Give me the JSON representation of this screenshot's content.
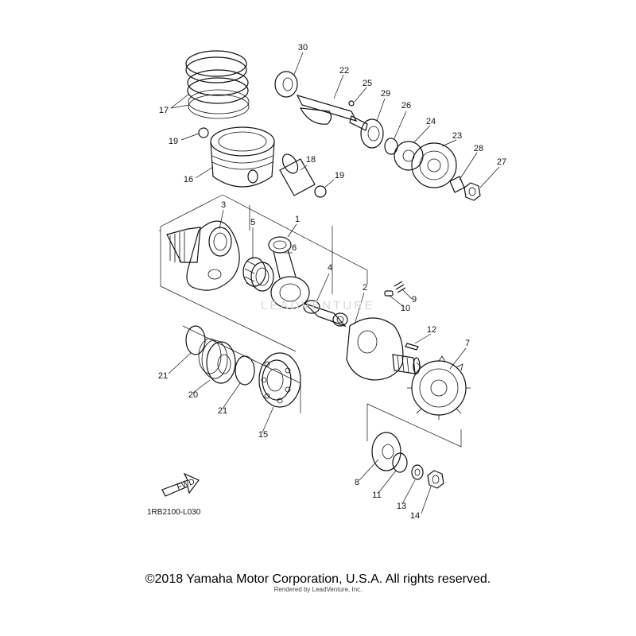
{
  "diagram": {
    "callouts": [
      "1",
      "2",
      "3",
      "4",
      "5",
      "6",
      "7",
      "8",
      "9",
      "10",
      "11",
      "12",
      "13",
      "14",
      "15",
      "16",
      "17",
      "18",
      "19",
      "20",
      "21",
      "22",
      "23",
      "24",
      "25",
      "26",
      "27",
      "28",
      "29",
      "30"
    ],
    "drawing_code": "1RB2100-L030",
    "fwd_label": "FWD",
    "watermark": "LEADVENTURE",
    "copyright": "©2018 Yamaha Motor Corporation, U.S.A. All rights reserved.",
    "rendered_by": "Rendered by LeadVenture, Inc."
  }
}
